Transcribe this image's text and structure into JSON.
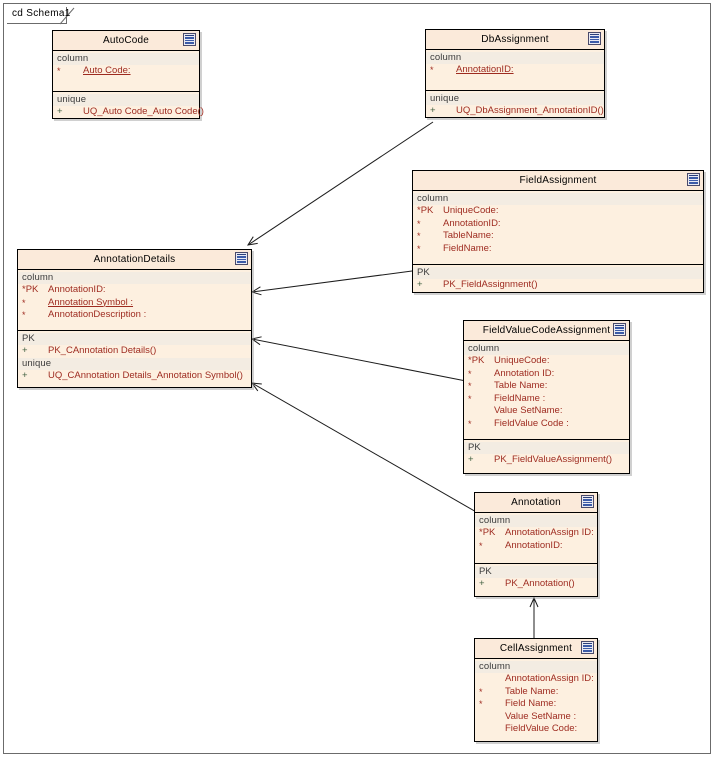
{
  "frame": {
    "label": "cd Schema1",
    "icon": "diagram-frame"
  },
  "colors": {
    "class_fill": "#fdf0e0",
    "header_fill": "#fbeada",
    "compartment_label_fill": "#f3ece2",
    "border": "#000000",
    "attribute_text": "#9e2b20",
    "label_text": "#3c3c3c",
    "frame_border": "#6b6b6b",
    "icon_blue": "#3c5ba8"
  },
  "icons": {
    "class_icon": "table-icon"
  },
  "classes": [
    {
      "id": "autocode",
      "name": "AutoCode",
      "sections": [
        {
          "label": "column",
          "rows": [
            {
              "marker": "*",
              "pk": "",
              "name": "Auto Code:",
              "underline": true,
              "indent": true
            }
          ]
        },
        {
          "label": "unique",
          "operations": [
            {
              "visibility": "+",
              "name": "UQ_Auto Code_Auto Code()"
            }
          ]
        }
      ]
    },
    {
      "id": "dbassignment",
      "name": "DbAssignment",
      "sections": [
        {
          "label": "column",
          "rows": [
            {
              "marker": "*",
              "pk": "",
              "name": "AnnotationID:",
              "underline": true,
              "indent": true
            }
          ]
        },
        {
          "label": "unique",
          "operations": [
            {
              "visibility": "+",
              "name": "UQ_DbAssignment_AnnotationID()"
            }
          ]
        }
      ]
    },
    {
      "id": "fieldassignment",
      "name": "FieldAssignment",
      "sections": [
        {
          "label": "column",
          "rows": [
            {
              "marker": "*",
              "pk": "PK",
              "name": "UniqueCode:",
              "underline": false,
              "indent": false
            },
            {
              "marker": "*",
              "pk": "",
              "name": "AnnotationID:",
              "underline": false,
              "indent": true
            },
            {
              "marker": "*",
              "pk": "",
              "name": "TableName:",
              "underline": false,
              "indent": true
            },
            {
              "marker": "*",
              "pk": "",
              "name": "FieldName:",
              "underline": false,
              "indent": true
            }
          ]
        },
        {
          "label": "PK",
          "operations": [
            {
              "visibility": "+",
              "name": "PK_FieldAssignment()"
            }
          ]
        }
      ]
    },
    {
      "id": "annotationdetails",
      "name": "AnnotationDetails",
      "sections": [
        {
          "label": "column",
          "rows": [
            {
              "marker": "*",
              "pk": "PK",
              "name": "AnnotationID:",
              "underline": false,
              "indent": false
            },
            {
              "marker": "*",
              "pk": "",
              "name": "Annotation Symbol :",
              "underline": true,
              "indent": true
            },
            {
              "marker": "*",
              "pk": "",
              "name": "AnnotationDescription :",
              "underline": false,
              "indent": true
            }
          ]
        },
        {
          "label": "PK",
          "operations": [
            {
              "visibility": "+",
              "name": "PK_CAnnotation Details()"
            }
          ],
          "label2": "unique",
          "operations2": [
            {
              "visibility": "+",
              "name": "UQ_CAnnotation Details_Annotation Symbol()"
            }
          ]
        }
      ]
    },
    {
      "id": "fieldvaluecodeassignment",
      "name": "FieldValueCodeAssignment",
      "sections": [
        {
          "label": "column",
          "rows": [
            {
              "marker": "*",
              "pk": "PK",
              "name": "UniqueCode:",
              "underline": false,
              "indent": false
            },
            {
              "marker": "*",
              "pk": "",
              "name": "Annotation ID:",
              "underline": false,
              "indent": true
            },
            {
              "marker": "*",
              "pk": "",
              "name": "Table Name:",
              "underline": false,
              "indent": true
            },
            {
              "marker": "*",
              "pk": "",
              "name": "FieldName :",
              "underline": false,
              "indent": true
            },
            {
              "marker": "",
              "pk": "",
              "name": "Value SetName:",
              "underline": false,
              "indent": true
            },
            {
              "marker": "*",
              "pk": "",
              "name": "FieldValue Code :",
              "underline": false,
              "indent": true
            }
          ]
        },
        {
          "label": "PK",
          "operations": [
            {
              "visibility": "+",
              "name": "PK_FieldValueAssignment()"
            }
          ]
        }
      ]
    },
    {
      "id": "annotation",
      "name": "Annotation",
      "sections": [
        {
          "label": "column",
          "rows": [
            {
              "marker": "*",
              "pk": "PK",
              "name": "AnnotationAssign ID:",
              "underline": false,
              "indent": false
            },
            {
              "marker": "*",
              "pk": "",
              "name": "AnnotationID:",
              "underline": false,
              "indent": true
            }
          ]
        },
        {
          "label": "PK",
          "operations": [
            {
              "visibility": "+",
              "name": "PK_Annotation()"
            }
          ]
        }
      ]
    },
    {
      "id": "cellassignment",
      "name": "CellAssignment",
      "sections": [
        {
          "label": "column",
          "rows": [
            {
              "marker": "",
              "pk": "",
              "name": "AnnotationAssign ID:",
              "underline": false,
              "indent": true
            },
            {
              "marker": "*",
              "pk": "",
              "name": "Table Name:",
              "underline": false,
              "indent": true
            },
            {
              "marker": "*",
              "pk": "",
              "name": "Field Name:",
              "underline": false,
              "indent": true
            },
            {
              "marker": "",
              "pk": "",
              "name": "Value SetName :",
              "underline": false,
              "indent": true
            },
            {
              "marker": "",
              "pk": "",
              "name": "FieldValue Code:",
              "underline": false,
              "indent": true
            }
          ]
        }
      ]
    }
  ],
  "connections": [
    {
      "from": "dbassignment",
      "to": "annotationdetails",
      "type": "dependency-arrow"
    },
    {
      "from": "fieldassignment",
      "to": "annotationdetails",
      "type": "dependency-arrow"
    },
    {
      "from": "fieldvaluecodeassignment",
      "to": "annotationdetails",
      "type": "dependency-arrow"
    },
    {
      "from": "annotation",
      "to": "annotationdetails",
      "type": "dependency-arrow"
    },
    {
      "from": "cellassignment",
      "to": "annotation",
      "type": "dependency-arrow"
    }
  ]
}
